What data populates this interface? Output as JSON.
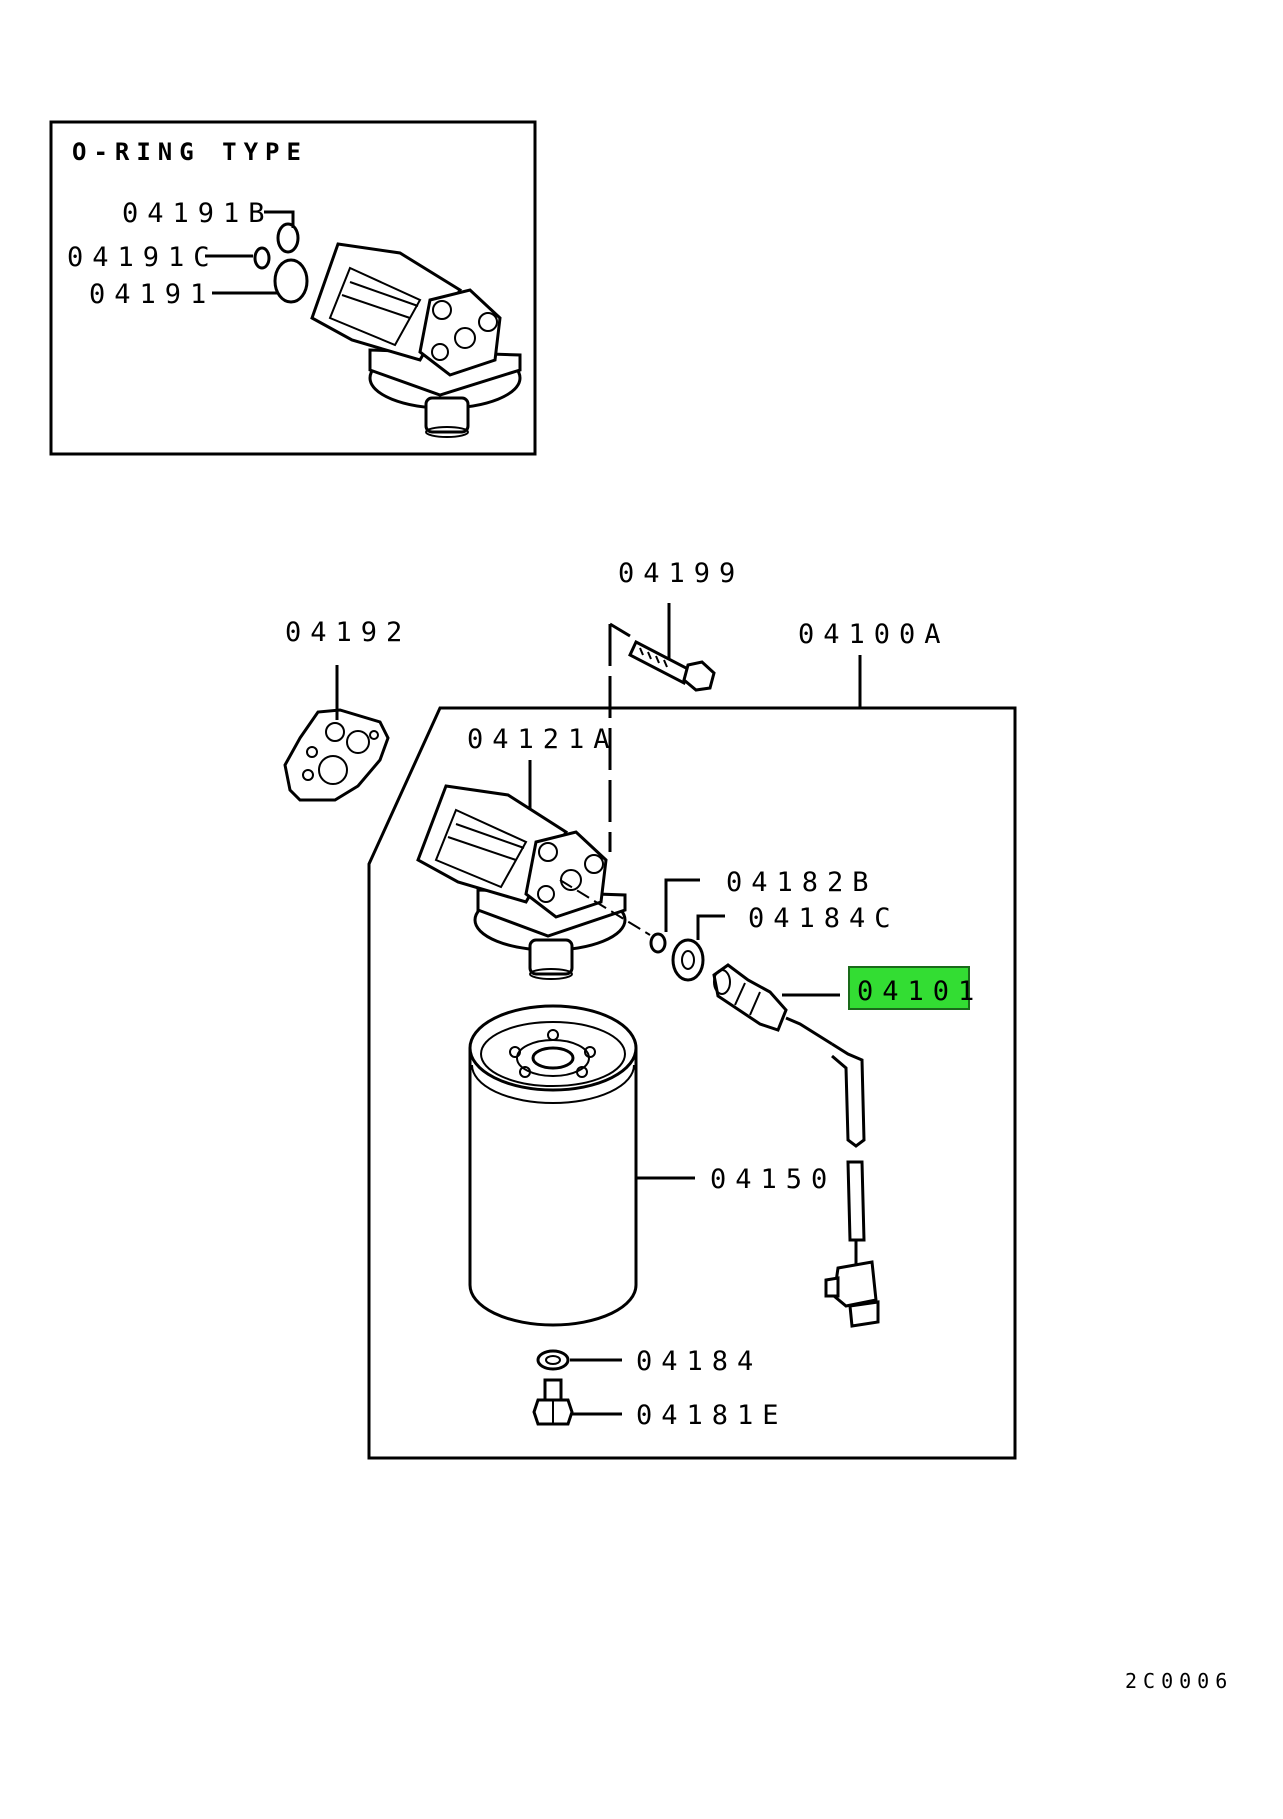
{
  "inset": {
    "title": "O-RING TYPE",
    "labels": [
      "04191B",
      "04191C",
      "04191"
    ]
  },
  "parts": {
    "p04199": "04199",
    "p04192": "04192",
    "p04100A": "04100A",
    "p04121A": "04121A",
    "p04182B": "04182B",
    "p04184C": "04184C",
    "p04101": "04101",
    "p04150": "04150",
    "p04184": "04184",
    "p04181E": "04181E"
  },
  "highlight": {
    "part": "04101",
    "color": "#33dd33"
  },
  "diagram_code": "2C0006"
}
